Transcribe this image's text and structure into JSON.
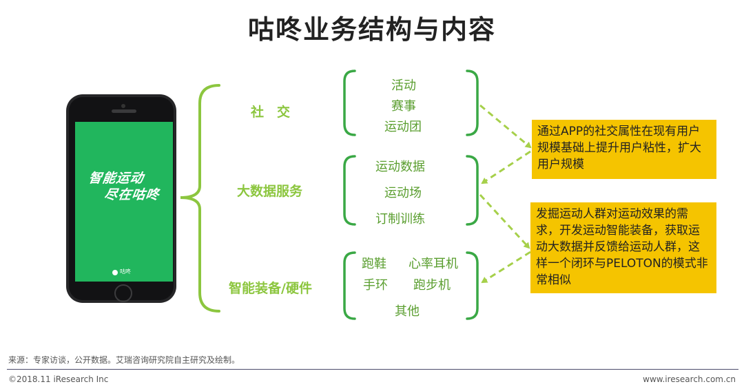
{
  "title": "咕咚业务结构与内容",
  "phone": {
    "screen_line1": "智能运动",
    "screen_line2": "尽在咕咚",
    "screen_logo": "咕咚"
  },
  "categories": [
    {
      "label": "社　交",
      "items": [
        "活动",
        "赛事",
        "运动团"
      ]
    },
    {
      "label": "大数据服务",
      "items": [
        "运动数据",
        "运动场",
        "订制训练"
      ]
    },
    {
      "label": "智能装备/硬件",
      "items": [
        "跑鞋",
        "心率耳机",
        "手环",
        "跑步机",
        "其他"
      ]
    }
  ],
  "notes": [
    "通过APP的社交属性在现有用户规模基础上提升用户粘性，扩大用户规模",
    "发掘运动人群对运动效果的需求，开发运动智能装备，获取运动大数据并反馈给运动人群，这样一个闭环与PELOTON的模式非常相似"
  ],
  "source": "来源：专家访谈，公开数据。艾瑞咨询研究院自主研究及绘制。",
  "footer": {
    "copyright": "©2018.11 iResearch Inc",
    "website": "www.iresearch.com.cn"
  },
  "colors": {
    "bracket_green": "#8cc63f",
    "text_green": "#5a9e2f",
    "screen_green": "#21b65d",
    "note_yellow": "#f5c400",
    "arrow_green": "#a6d04a"
  }
}
